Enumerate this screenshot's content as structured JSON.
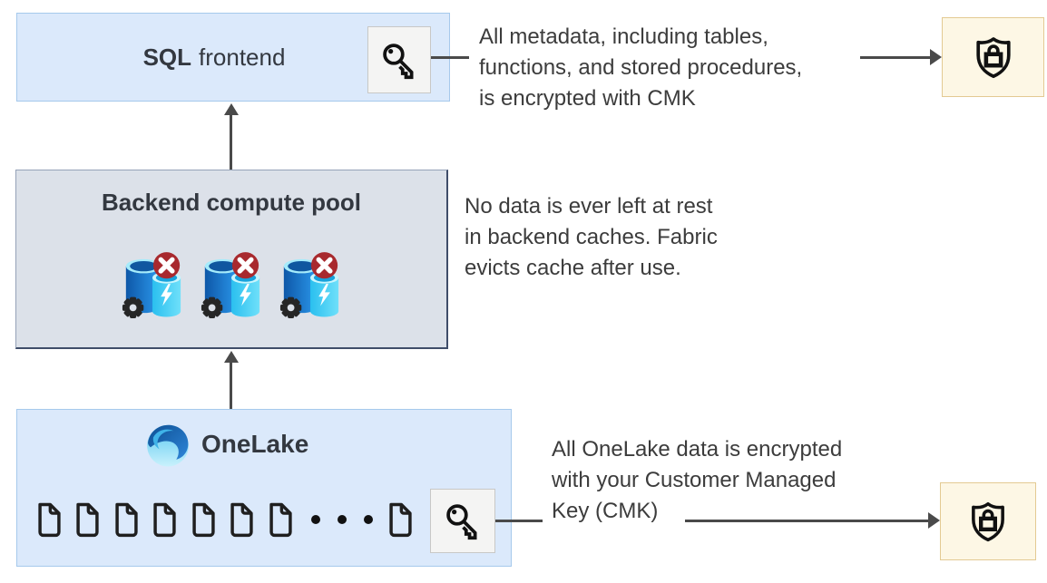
{
  "boxes": {
    "sql_frontend": {
      "label_bold": "SQL",
      "label_regular": "frontend"
    },
    "backend_pool": {
      "label": "Backend compute pool"
    },
    "onelake": {
      "label": "OneLake"
    }
  },
  "notes": {
    "metadata": {
      "line1": "All metadata, including tables,",
      "line2": "functions, and stored procedures,",
      "line3": "is encrypted with CMK"
    },
    "cache": {
      "line1": "No data is ever left at rest",
      "line2": "in backend caches. Fabric",
      "line3": "evicts cache after use."
    },
    "onelake_data": {
      "line1": "All OneLake data is encrypted",
      "line2": "with your Customer Managed",
      "line3": "Key (CMK)"
    }
  },
  "icons": {
    "key": "key-icon",
    "shield_lock": "shield-lock-icon",
    "compute_node": "compute-node-icon",
    "no_cache_badge": "x-badge-icon",
    "gear": "gear-icon",
    "lightning": "lightning-icon",
    "document": "document-icon",
    "onelake_logo": "onelake-logo",
    "ellipsis": "ellipsis-dots"
  },
  "counts": {
    "compute_nodes": 3,
    "documents_before_ellipsis": 7,
    "documents_after_ellipsis": 1
  },
  "colors": {
    "box_blue_fill": "#dbe9fb",
    "box_blue_border": "#a6c9ec",
    "box_gray_fill": "#dce1e9",
    "box_gray_border_dark": "#3f4d69",
    "shield_box_fill": "#fdf7e5",
    "shield_box_border": "#e3ca93",
    "key_box_fill": "#f4f4f3",
    "key_box_border": "#c8c8c6",
    "arrow": "#4a4a4a",
    "text": "#3c3c3c",
    "badge_red": "#a8292e",
    "cylinder_dark_blue": "#0e57a8",
    "cylinder_blue": "#2d9cef",
    "cylinder_cyan": "#2abfef",
    "cylinder_light": "#6fe0fa"
  }
}
